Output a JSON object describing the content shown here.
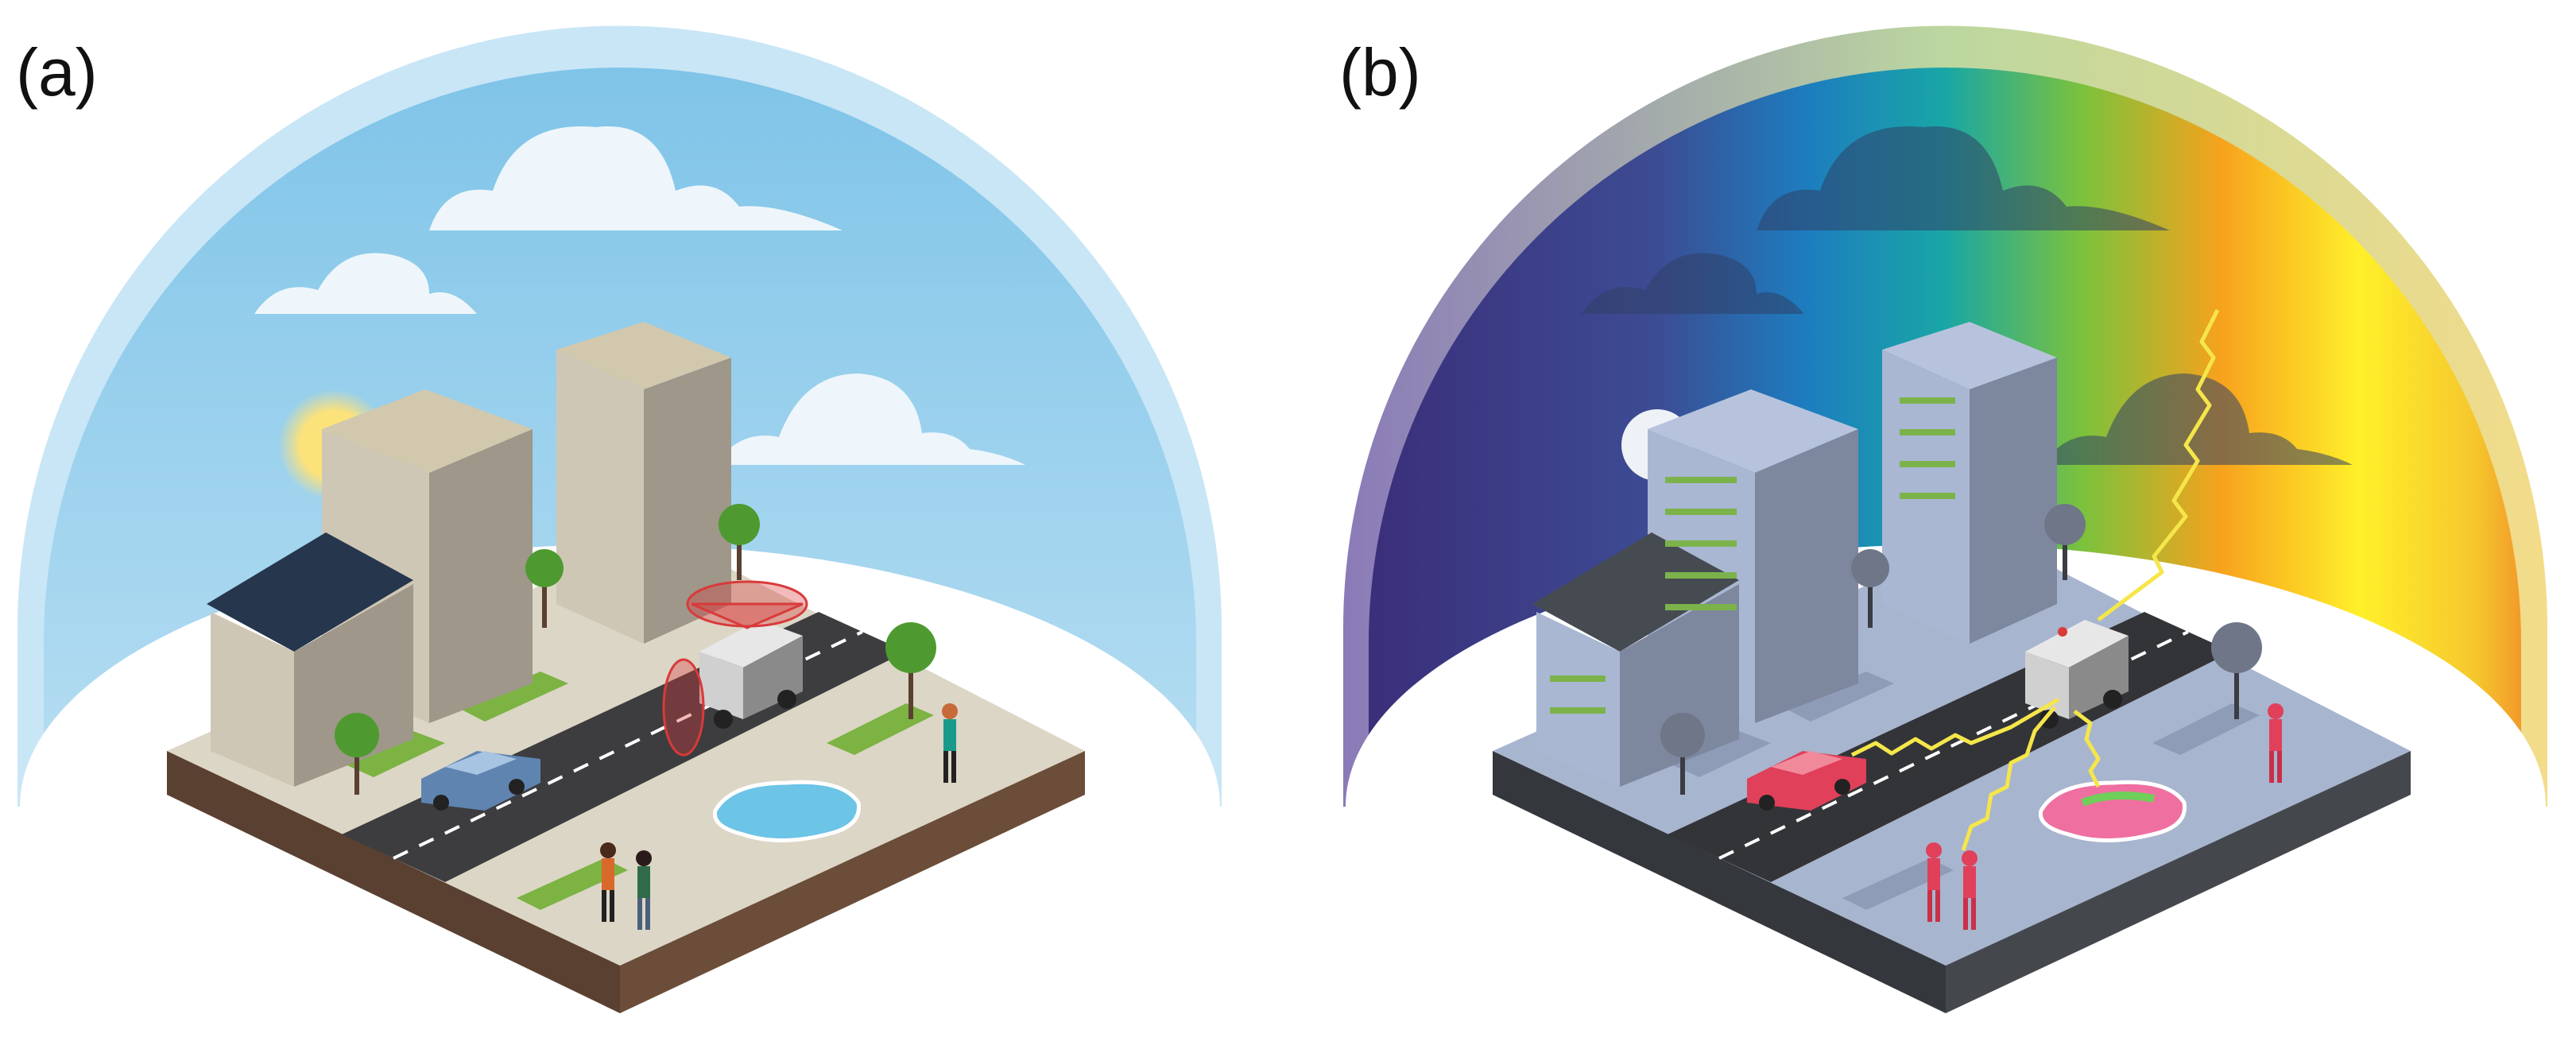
{
  "panels": [
    {
      "id": "a",
      "label": "(a)"
    },
    {
      "id": "b",
      "label": "(b)"
    }
  ],
  "colors": {
    "sky_day": "#8ccbea",
    "sky_day_rim": "#c9e6f6",
    "building_day": "#cfc7b5",
    "building_night": "#a9b7d3",
    "window_night": "#7bb34a",
    "ground_day": "#dcd6c6",
    "ground_night": "#a8b5cf",
    "road": "#3d3d40",
    "soil_day": "#5a4030",
    "soil_night": "#34383c",
    "tree": "#4e9a30",
    "roof_house": "#26364d",
    "sensor_red": "#d93a3a",
    "thermal_red": "#e0405a",
    "signal_yellow": "#f5e64a",
    "puddle": "#6cc4e6"
  },
  "icons": [
    "sun-icon",
    "moon-icon",
    "cloud-icon",
    "tree-icon",
    "robot-vehicle-icon",
    "car-icon",
    "pedestrian-icon",
    "puddle-icon",
    "lightning-signal-icon"
  ]
}
